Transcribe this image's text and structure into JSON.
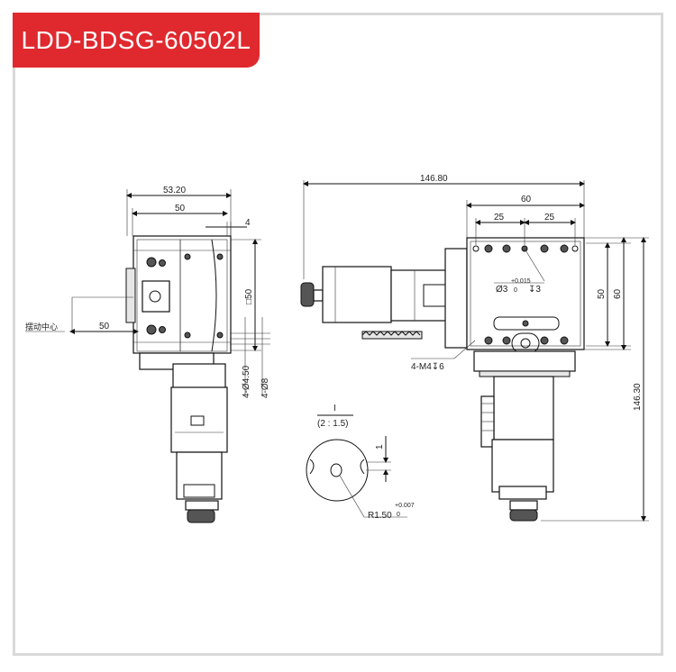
{
  "title": "LDD-BDSG-60502L",
  "left_view": {
    "dim_overall_width": "53.20",
    "dim_width": "50",
    "dim_offset": "4",
    "dim_square": "□50",
    "dim_hole_small": "4-Ø4.50",
    "dim_hole_large": "4-Ø8",
    "pivot_label": "摆动中心",
    "dim_pivot": "50"
  },
  "right_view": {
    "dim_total_length": "146.80",
    "dim_top_60": "60",
    "dim_25_left": "25",
    "dim_25_right": "25",
    "dim_pin_hole": "Ø3",
    "dim_pin_tol_upper": "+0.015",
    "dim_pin_tol_lower": "0",
    "dim_pin_depth": "↧3",
    "dim_side_50": "50",
    "dim_side_60": "60",
    "dim_thread": "4-M4↧6",
    "dim_total_height": "146.30"
  },
  "detail": {
    "label": "I",
    "scale": "(2 : 1.5)",
    "dim_gap": "1",
    "dim_radius": "R1.50",
    "dim_radius_tol_upper": "+0.007",
    "dim_radius_tol_lower": "0"
  }
}
